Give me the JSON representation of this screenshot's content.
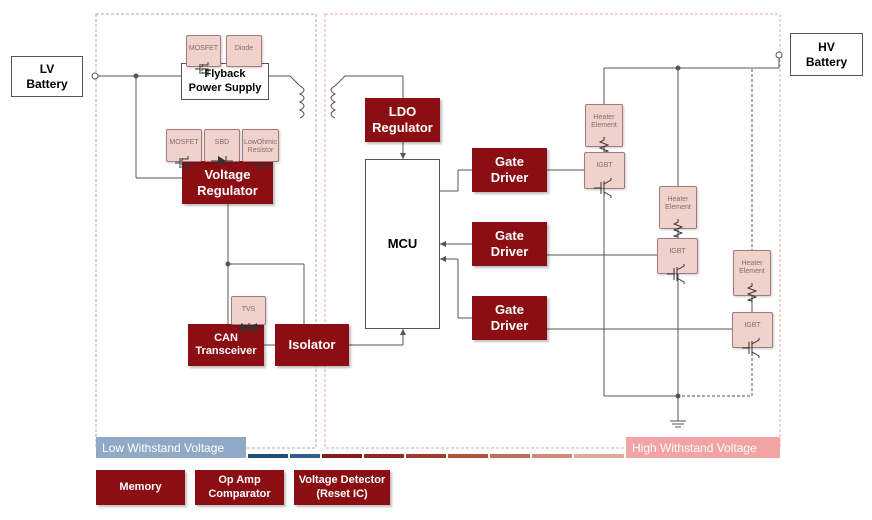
{
  "terminals": {
    "lv_battery": "LV\nBattery",
    "hv_battery": "HV\nBattery"
  },
  "blocks": {
    "flyback": "Flyback\nPower Supply",
    "voltage_regulator": "Voltage\nRegulator",
    "ldo_regulator": "LDO\nRegulator",
    "mcu": "MCU",
    "gate_driver_1": "Gate\nDriver",
    "gate_driver_2": "Gate\nDriver",
    "gate_driver_3": "Gate\nDriver",
    "can_transceiver": "CAN\nTransceiver",
    "isolator": "Isolator"
  },
  "components": {
    "flyback_mosfet": "MOSFET",
    "flyback_diode": "Diode",
    "vr_mosfet": "MOSFET",
    "vr_sbd": "SBD",
    "vr_resistor": "LowOhmic\nResistor",
    "tvs": "TVS",
    "heater_1": "Heater\nElement",
    "heater_2": "Heater\nElement",
    "heater_3": "Heater\nElement",
    "igbt_1": "IGBT",
    "igbt_2": "IGBT",
    "igbt_3": "IGBT"
  },
  "zones": {
    "low": "Low Withstand Voltage",
    "high": "High Withstand Voltage"
  },
  "legend": {
    "memory": "Memory",
    "op_amp": "Op Amp\nComparator",
    "voltage_detector": "Voltage Detector\n(Reset IC)"
  },
  "colors": {
    "block": "#8b0e13",
    "component": "#efd2cb",
    "low_zone": "#8fa9c6",
    "high_zone": "#f2a3a3"
  }
}
